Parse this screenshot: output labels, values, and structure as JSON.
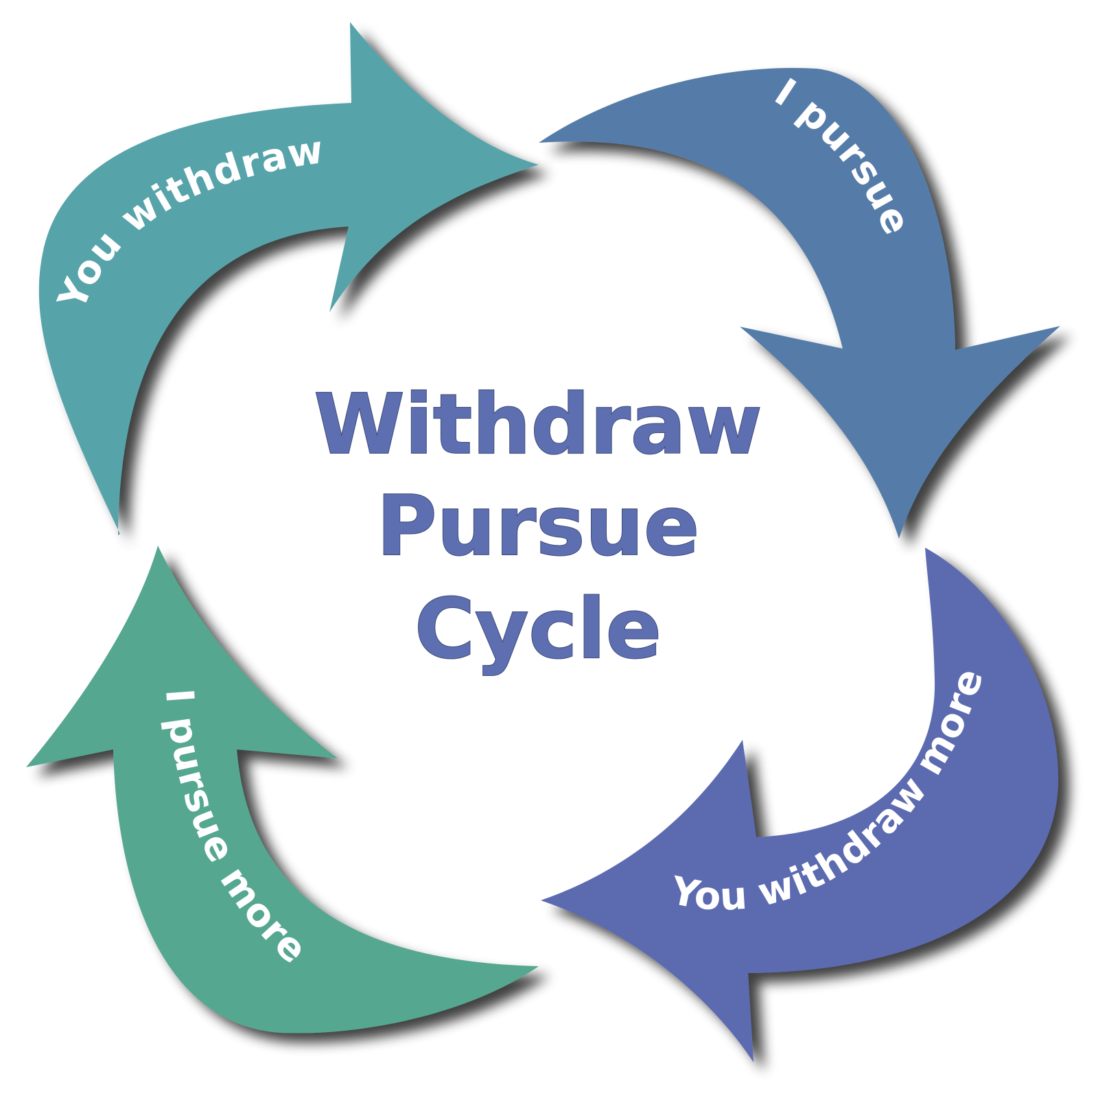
{
  "title": {
    "line1": "Withdraw",
    "line2": "Pursue",
    "line3": "Cycle"
  },
  "arrows": [
    {
      "label": "You withdraw",
      "color": "#57a4aa"
    },
    {
      "label": "I pursue",
      "color": "#557ca8"
    },
    {
      "label": "You withdraw more",
      "color": "#5b6bb0"
    },
    {
      "label": "I pursue more",
      "color": "#55a790"
    }
  ],
  "colors": {
    "title_text": "#5d6fb0",
    "arrow_label_text": "#ffffff",
    "shadow": "#555555",
    "background": "#ffffff"
  }
}
